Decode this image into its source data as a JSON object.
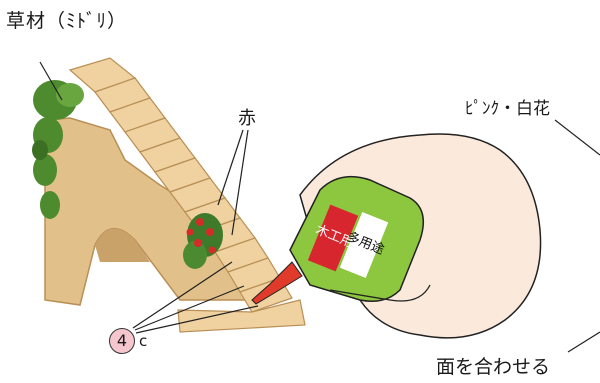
{
  "labels": {
    "grass_material": "草材（ﾐﾄﾞﾘ）",
    "red": "赤",
    "pink_white_flowers": "ﾋﾟﾝｸ・白花",
    "align_faces": "面を合わせる"
  },
  "part": {
    "number": "4",
    "letter": "c"
  },
  "glue_bottle": {
    "line1": "木工用",
    "line2": "多用途"
  }
}
